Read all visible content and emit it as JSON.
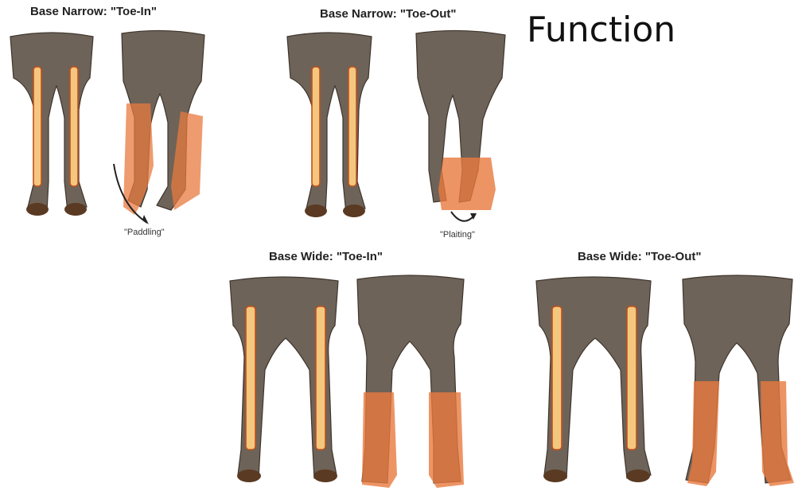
{
  "title": "Function",
  "panels": [
    {
      "title": "Base Narrow: \"Toe-In\"",
      "caption": "\"Paddling\""
    },
    {
      "title": "Base Narrow: \"Toe-Out\"",
      "caption": "\"Plaiting\""
    },
    {
      "title": "Base Wide: \"Toe-In\"",
      "caption": ""
    },
    {
      "title": "Base Wide: \"Toe-Out\"",
      "caption": ""
    }
  ],
  "colors": {
    "muscle": "#6e6358",
    "muscle_dark": "#3e352d",
    "bone": "#f4c77e",
    "bone_outline": "#c24f1c",
    "hoof": "#5a3a22",
    "highlight": "#e8793f"
  }
}
